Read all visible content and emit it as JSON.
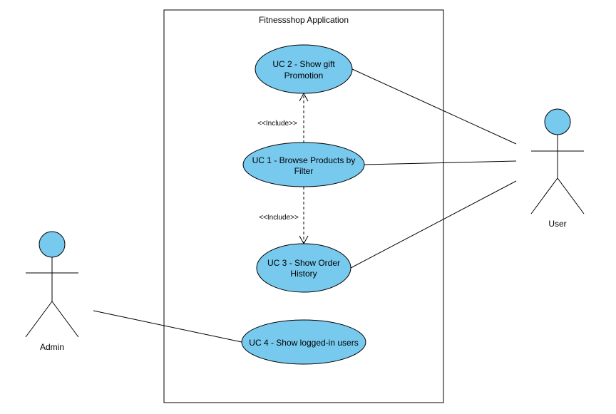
{
  "system": {
    "title": "Fitnessshop Application"
  },
  "colors": {
    "usecase_fill": "#77C9EE",
    "usecase_stroke": "#000000",
    "actor_head_fill": "#77C9EE",
    "line": "#000000",
    "background": "#FFFFFF"
  },
  "use_cases": [
    {
      "id": "uc2",
      "lines": [
        "UC 2 - Show gift",
        "Promotion"
      ]
    },
    {
      "id": "uc1",
      "lines": [
        "UC 1 - Browse Products by",
        "Filter"
      ]
    },
    {
      "id": "uc3",
      "lines": [
        "UC 3 - Show Order",
        "History"
      ]
    },
    {
      "id": "uc4",
      "lines": [
        "UC 4 - Show logged-in users"
      ]
    }
  ],
  "actors": [
    {
      "id": "user",
      "name": "User"
    },
    {
      "id": "admin",
      "name": "Admin"
    }
  ],
  "relations": [
    {
      "from": "uc1",
      "to": "uc2",
      "type": "include",
      "label": "<<Include>>"
    },
    {
      "from": "uc1",
      "to": "uc3",
      "type": "include",
      "label": "<<Include>>"
    },
    {
      "from": "user",
      "to": "uc2",
      "type": "association"
    },
    {
      "from": "user",
      "to": "uc1",
      "type": "association"
    },
    {
      "from": "user",
      "to": "uc3",
      "type": "association"
    },
    {
      "from": "admin",
      "to": "uc4",
      "type": "association"
    }
  ]
}
